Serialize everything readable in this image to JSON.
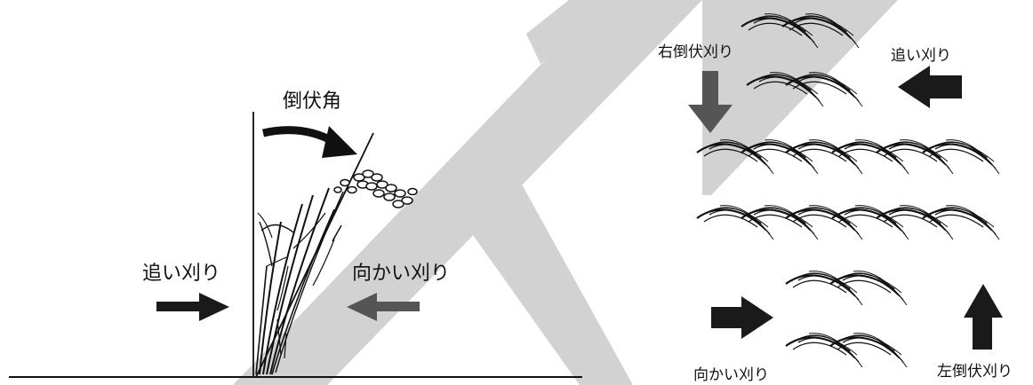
{
  "left_panel": {
    "labels": {
      "lodging_angle": "倒伏角",
      "follow_cut": "追い刈り",
      "facing_cut": "向かい刈り"
    }
  },
  "right_panel": {
    "labels": {
      "right_lodging_cut": "右倒伏刈り",
      "follow_cut": "追い刈り",
      "facing_cut": "向かい刈り",
      "left_lodging_cut": "左倒伏刈り"
    }
  },
  "colors": {
    "watermark": "#d2d2d2",
    "arrow_black": "#1a1a1a",
    "arrow_gray": "#555555",
    "ink": "#111111"
  }
}
